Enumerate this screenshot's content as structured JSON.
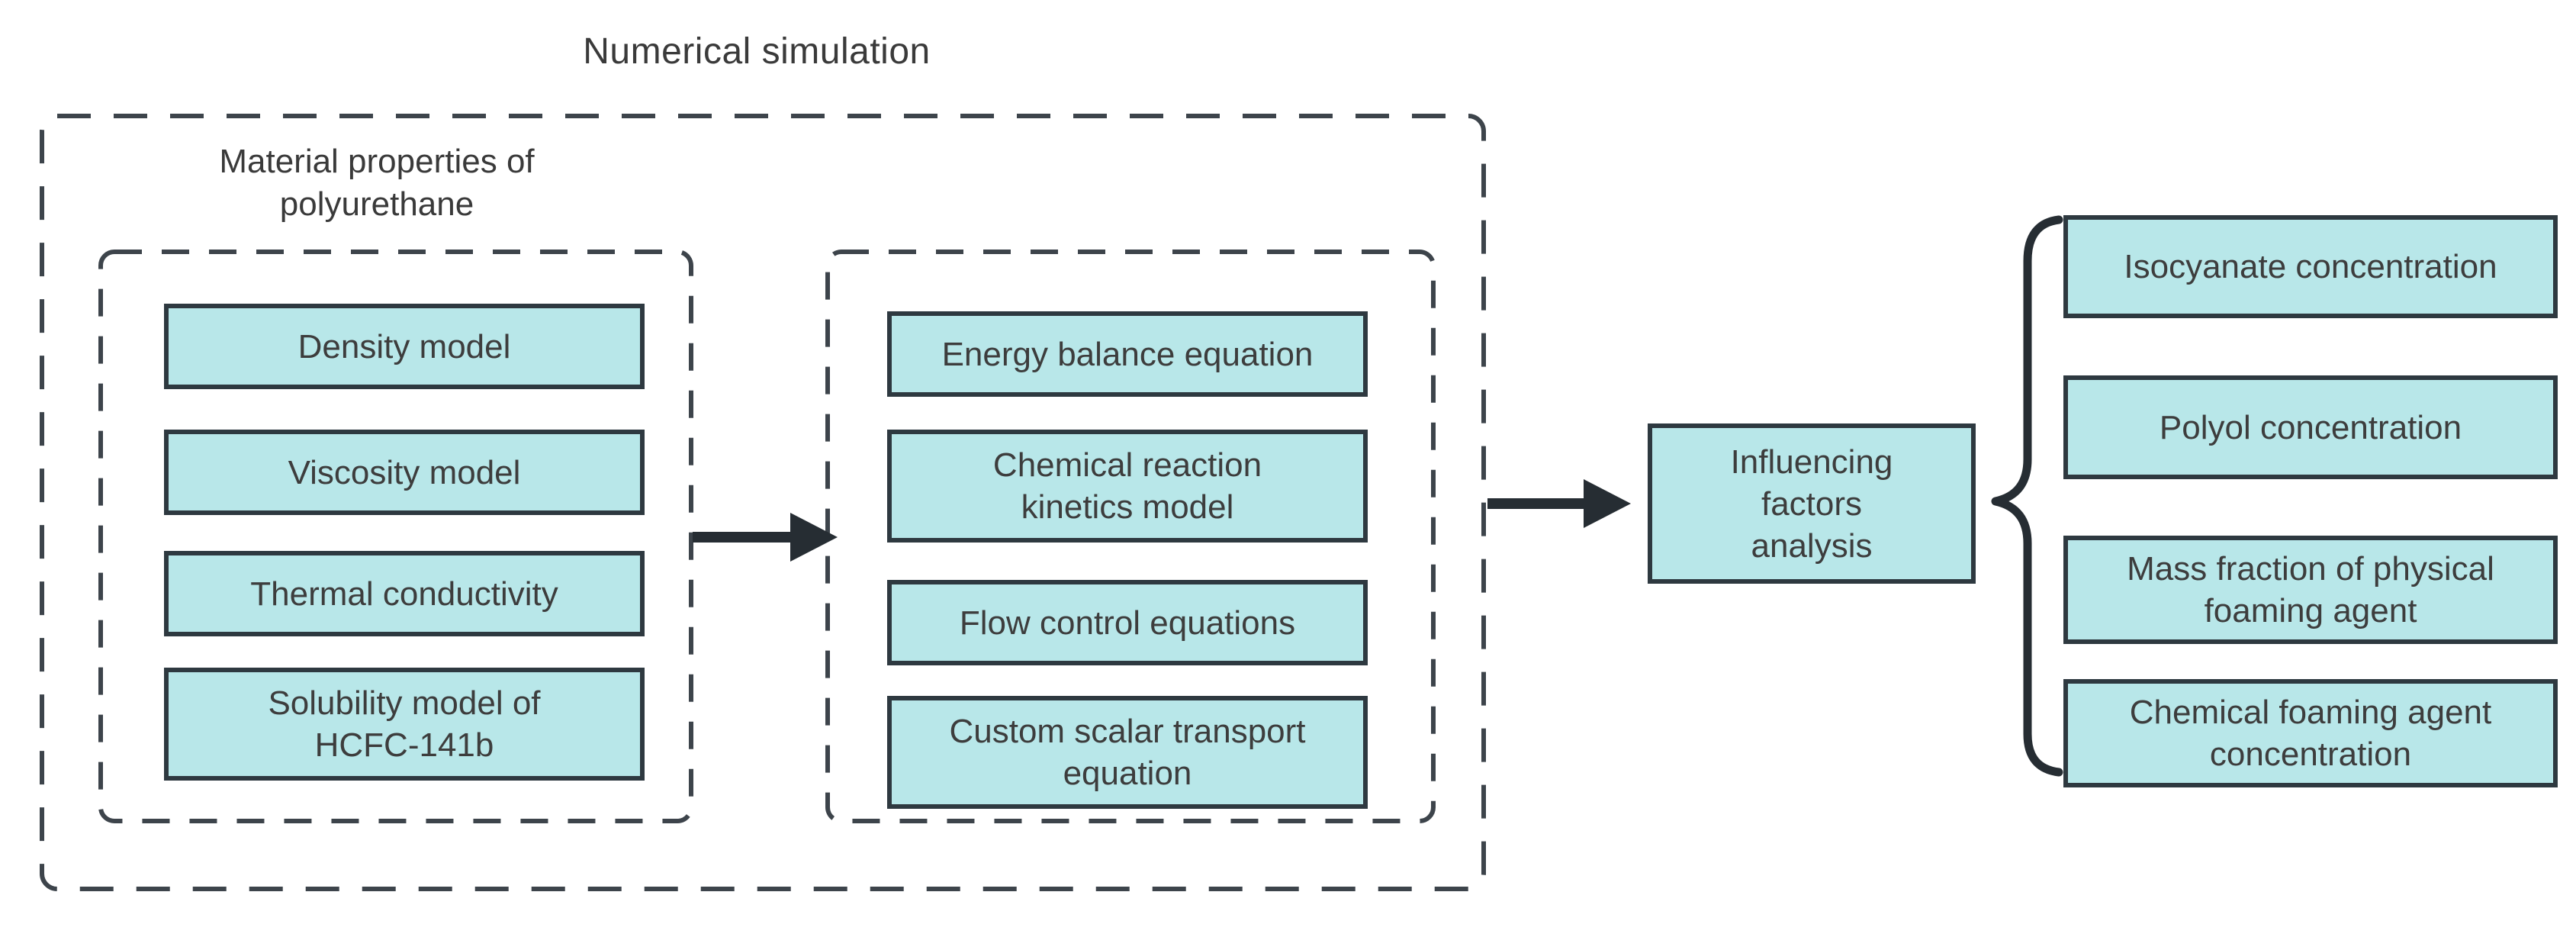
{
  "title": "Numerical simulation",
  "outer_group": {
    "material_group": {
      "label": "Material properties of polyurethane",
      "items": [
        "Density model",
        "Viscosity model",
        "Thermal conductivity",
        "Solubility model of HCFC-141b"
      ]
    },
    "equations_group": {
      "items": [
        "Energy balance equation",
        "Chemical reaction kinetics model",
        "Flow control equations",
        "Custom scalar transport equation"
      ]
    }
  },
  "analysis": {
    "label": "Influencing factors analysis"
  },
  "factors": {
    "items": [
      "Isocyanate concentration",
      "Polyol concentration",
      "Mass fraction of physical foaming agent",
      "Chemical foaming agent concentration"
    ]
  },
  "connectors": {
    "arrow_material_to_equations": "arrow-right",
    "arrow_outer_to_analysis": "arrow-right",
    "brace_analysis_to_factors": "left-curly-brace"
  },
  "colors": {
    "node_fill": "#b8e7e9",
    "node_border": "#2e3940",
    "dashed_border": "#3d444b",
    "connector": "#262d33",
    "text": "#3d3d3d"
  }
}
